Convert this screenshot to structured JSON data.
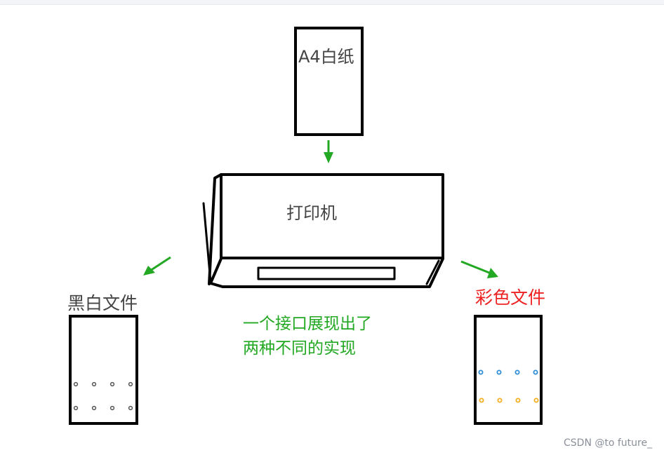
{
  "nodes": {
    "paper": {
      "label": "A4白纸"
    },
    "printer": {
      "label": "打印机"
    },
    "bw_doc": {
      "label": "黑白文件"
    },
    "color_doc": {
      "label": "彩色文件"
    }
  },
  "note": {
    "line1": "一个接口展现出了",
    "line2": "两种不同的实现"
  },
  "watermark": "CSDN @to future_",
  "colors": {
    "arrow": "#22a822",
    "note": "#22a822",
    "color_label": "#ee2222",
    "stroke": "#000000",
    "dot_blue": "#2e8fd8",
    "dot_orange": "#f2b01e",
    "dot_gray": "#555555"
  },
  "icons": {
    "arrow_down": "arrow-down-icon",
    "arrow_left": "arrow-down-left-icon",
    "arrow_right": "arrow-down-right-icon"
  }
}
